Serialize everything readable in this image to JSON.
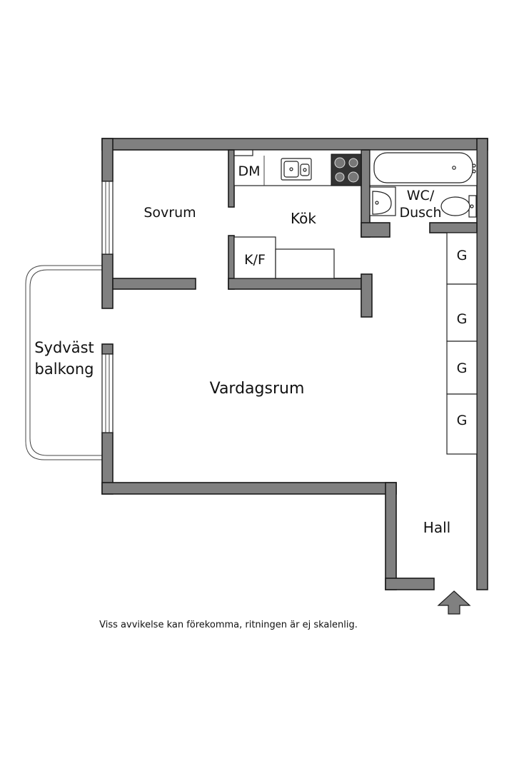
{
  "rooms": {
    "sovrum": "Sovrum",
    "kok": "Kök",
    "vardagsrum": "Vardagsrum",
    "hall": "Hall",
    "wc_line1": "WC/",
    "wc_line2": "Dusch",
    "balkong_line1": "Sydväst",
    "balkong_line2": "balkong"
  },
  "appliances": {
    "dishwasher": "DM",
    "fridge_freezer": "K/F",
    "wardrobe": [
      "G",
      "G",
      "G",
      "G"
    ]
  },
  "disclaimer": "Viss avvikelse kan förekomma, ritningen är ej skalenlig.",
  "colors": {
    "wall": "#808080",
    "background": "#ffffff",
    "outline": "#1a1a1a"
  }
}
